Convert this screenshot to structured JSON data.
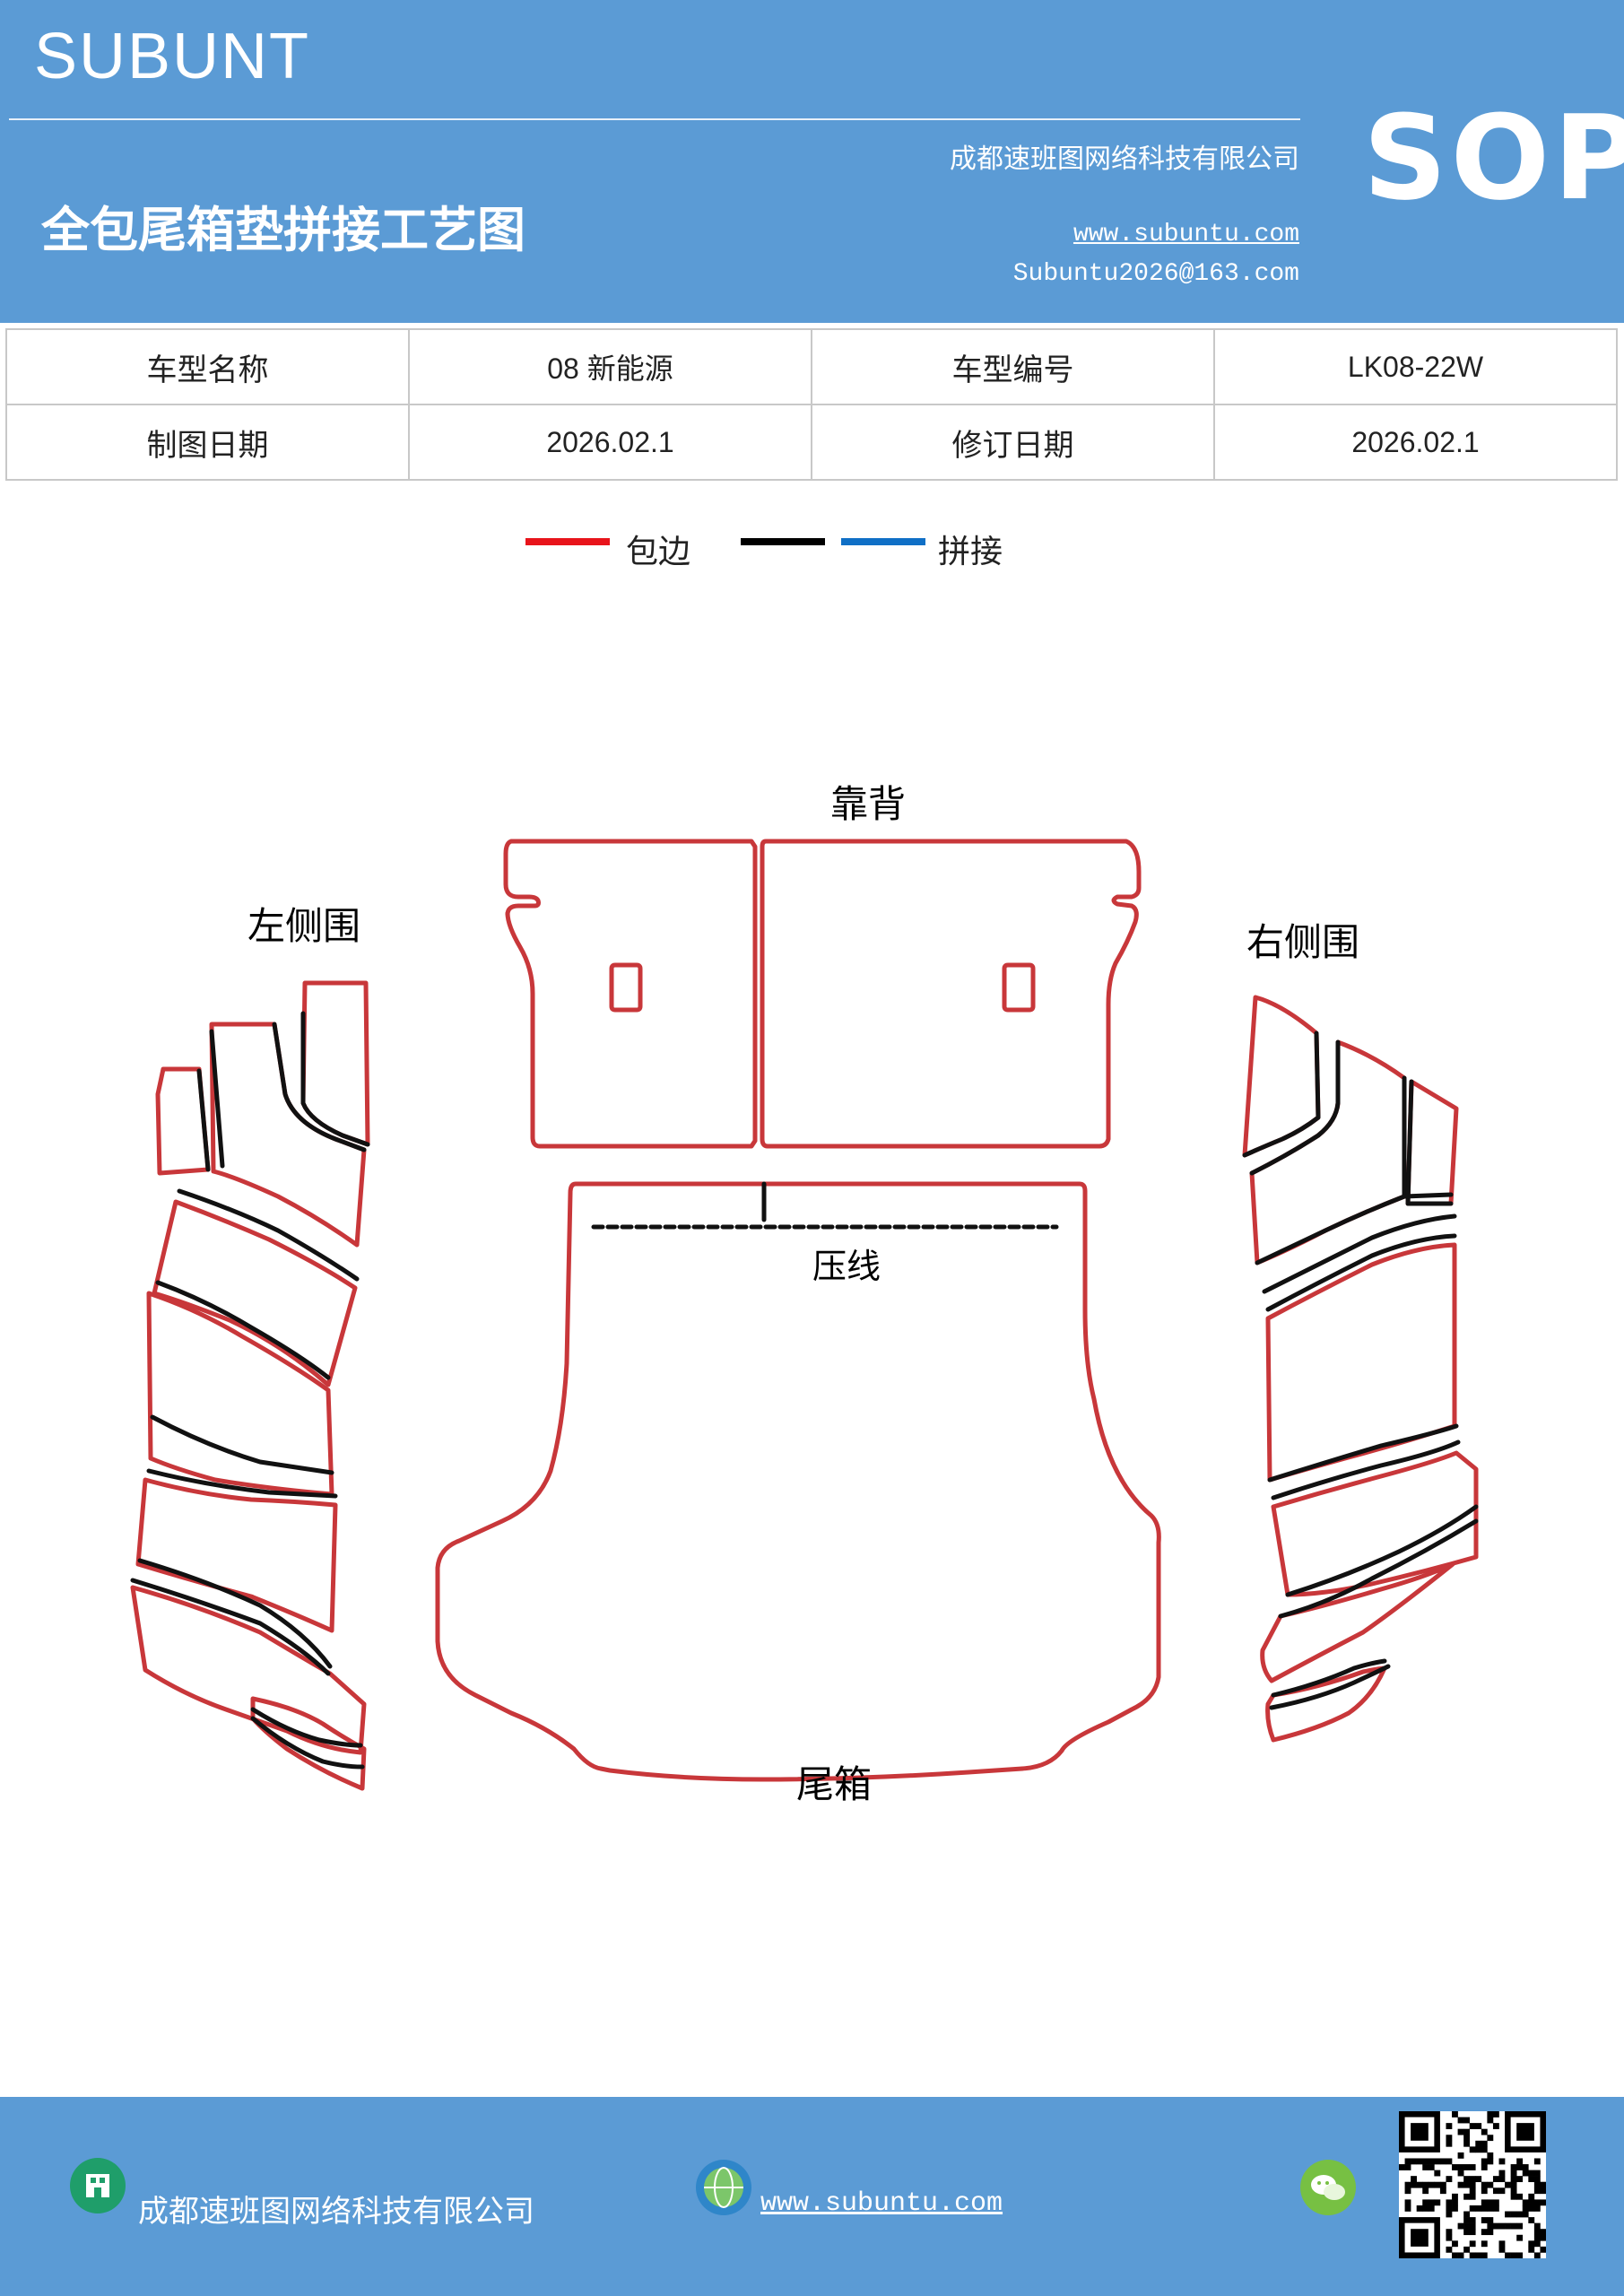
{
  "header": {
    "brand": "SUBUNT",
    "title": "全包尾箱垫拼接工艺图",
    "company": "成都速班图网络科技有限公司",
    "website": "www.subuntu.com",
    "email": "Subuntu2026@163.com",
    "badge": "SOP",
    "background_color": "#5b9bd5"
  },
  "info": {
    "rows": [
      [
        {
          "label": "车型名称",
          "value": "08 新能源"
        },
        {
          "label": "车型编号",
          "value": "LK08-22W"
        }
      ],
      [
        {
          "label": "制图日期",
          "value": "2026.02.1"
        },
        {
          "label": "修订日期",
          "value": "2026.02.1"
        }
      ]
    ]
  },
  "legend": {
    "items": [
      {
        "label": "包边",
        "color": "#e8141b"
      },
      {
        "label": "",
        "color": "#000000"
      },
      {
        "label": "拼接",
        "color": "#0f6fc6"
      }
    ]
  },
  "diagram": {
    "labels": {
      "backrest": "靠背",
      "left_side": "左侧围",
      "right_side": "右侧围",
      "crease": "压线",
      "trunk": "尾箱"
    },
    "colors": {
      "edge": "#c8373a",
      "seam": "#111111"
    }
  },
  "footer": {
    "company": "成都速班图网络科技有限公司",
    "website": "www.subuntu.com",
    "icons": [
      "building-icon",
      "globe-icon",
      "wechat-icon",
      "qr-code"
    ]
  }
}
